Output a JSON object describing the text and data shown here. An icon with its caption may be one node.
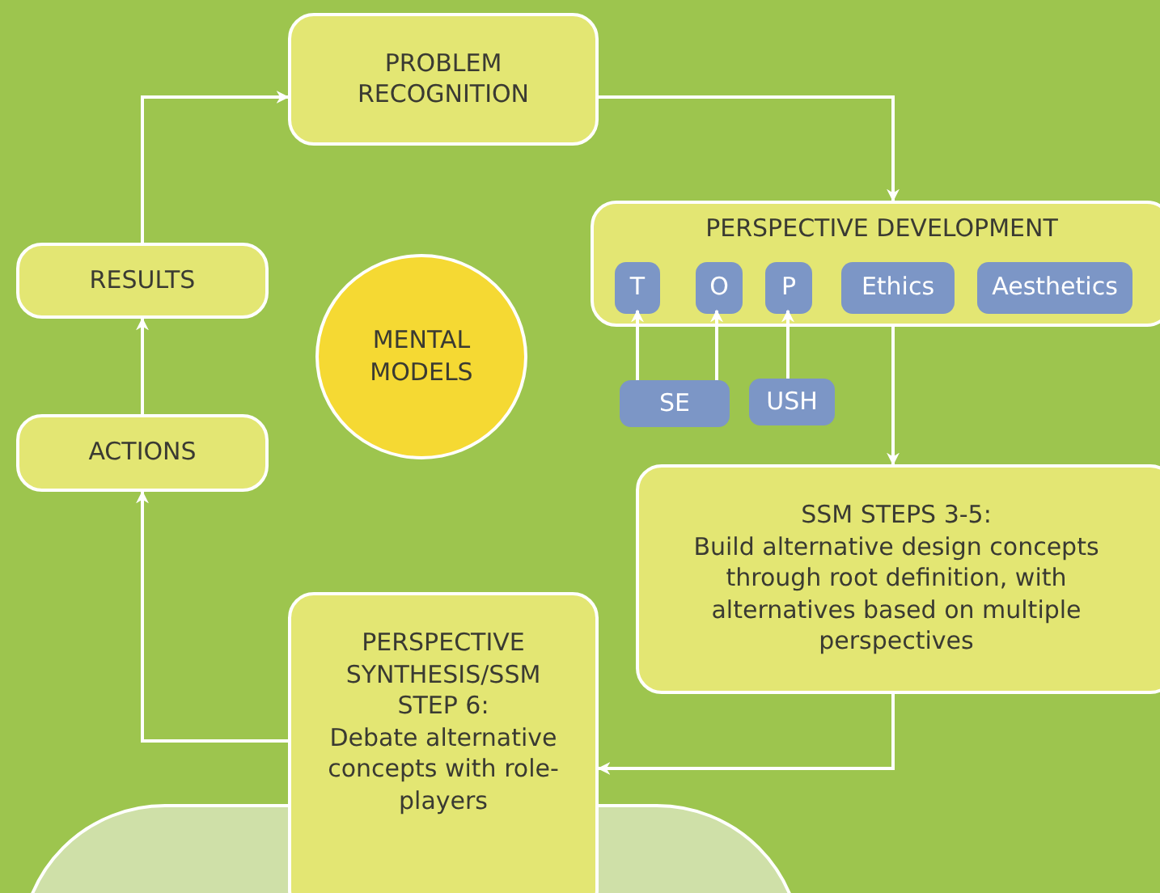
{
  "diagram": {
    "nodes": [
      {
        "text": [
          "PROBLEM RECOGNITION"
        ]
      },
      {
        "text": [
          "RESULTS"
        ]
      },
      {
        "text": [
          "MENTAL MODELS"
        ]
      },
      {
        "text": [
          "PERSPECTIVE DEVELOPMENT"
        ]
      },
      {
        "text": [
          "T"
        ],
        "in": 3
      },
      {
        "text": [
          "O"
        ],
        "in": 3
      },
      {
        "text": [
          "P"
        ],
        "in": 3
      },
      {
        "text": [
          "Ethics"
        ],
        "in": 3
      },
      {
        "text": [
          "Aesthetics"
        ],
        "in": 3
      },
      {
        "text": [
          "SE"
        ]
      },
      {
        "text": [
          "USH"
        ]
      },
      {
        "text": [
          "ACTIONS"
        ]
      },
      {
        "text": [
          "SSM STEPS 3-5:",
          "Build alternative design concepts through root definition, with alternatives based on multiple perspectives"
        ]
      },
      {
        "text": [],
        "shape": "box"
      },
      {
        "text": [
          "PERSPECTIVE SYNTHESIS/SSM STEP 6:",
          "Debate alternative concepts with role-players"
        ]
      }
    ],
    "edges": [
      {
        "from": 0,
        "to": 3,
        "arrow": "to"
      },
      {
        "from": 3,
        "to": 12,
        "arrow": "to"
      },
      {
        "from": 12,
        "to": 14,
        "arrow": "to"
      },
      {
        "from": 14,
        "to": 11,
        "arrow": "to"
      },
      {
        "from": 11,
        "to": 1,
        "arrow": "to"
      },
      {
        "from": 1,
        "to": 0,
        "arrow": "to"
      },
      {
        "from": 9,
        "to": 4,
        "arrow": "to"
      },
      {
        "from": 9,
        "to": 5,
        "arrow": "to"
      },
      {
        "from": 10,
        "to": 6,
        "arrow": "to"
      }
    ]
  }
}
